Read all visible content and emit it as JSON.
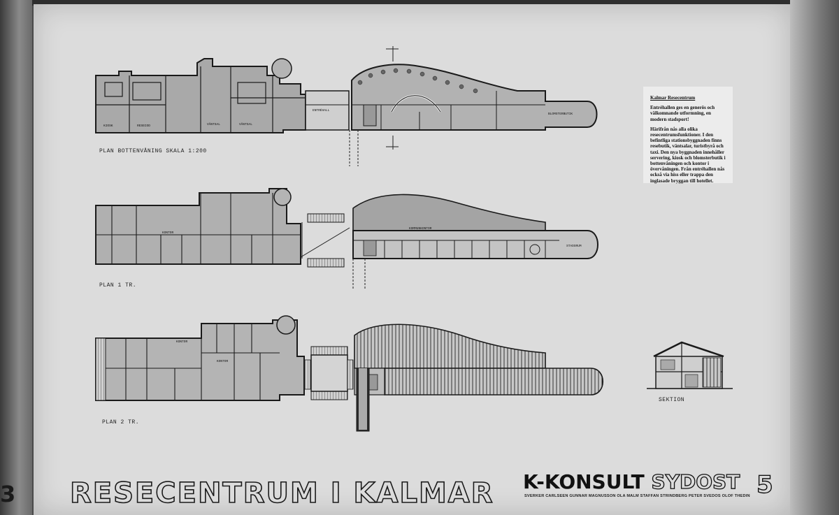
{
  "left_edge_number": "3",
  "plans": {
    "ground_floor_label": "PLAN BOTTENVÅNING  SKALA 1:200",
    "first_floor_label": "PLAN 1 TR.",
    "second_floor_label": "PLAN 2 TR.",
    "section_label": "SEKTION"
  },
  "rooms": {
    "kiosk": "KIOSK",
    "resecod": "RESECOD",
    "vantsal_1": "VÄNTSAL",
    "vantsal_2": "VÄNTSAL",
    "entrehall": "ENTRÉHALL",
    "blomsterbutik": "BLOMSTERBUTIK",
    "kontor_1": "KONTOR",
    "kontor_2": "KONTOR",
    "kontor_3": "KONTOR",
    "kommunkontor": "KOMMUNKONTOR",
    "stadsrum": "STADSRUM"
  },
  "info": {
    "title": "Kalmar Resecentrum",
    "para1": "Entréhallen ges en generös och välkomnande utformning, en modern stadsport!",
    "para2": "Härifrån nås alla olika resecentrumsfunktioner. I den befintliga stationsbyggnaden finns resebutik, väntsalar, turistbyrå och taxi. Den nya byggnaden innehåller servering, kiosk och blomsterbutik i bottenvåningen och kontor i övervåningen. Från entréhallen nås också via hiss eller trappa den inglasade bryggan till hotellet."
  },
  "title": "RESECENTRUM I KALMAR",
  "firm": {
    "name_k": "K-KONSULT",
    "name_rest": "SYDOST",
    "credits": "SVERKER CARLSEEN  GUNNAR MAGNUSSON  OLA MALM  STAFFAN STRINDBERG  PETER SVEDOS  OLOF THEDIN"
  },
  "sheet_number": "5"
}
